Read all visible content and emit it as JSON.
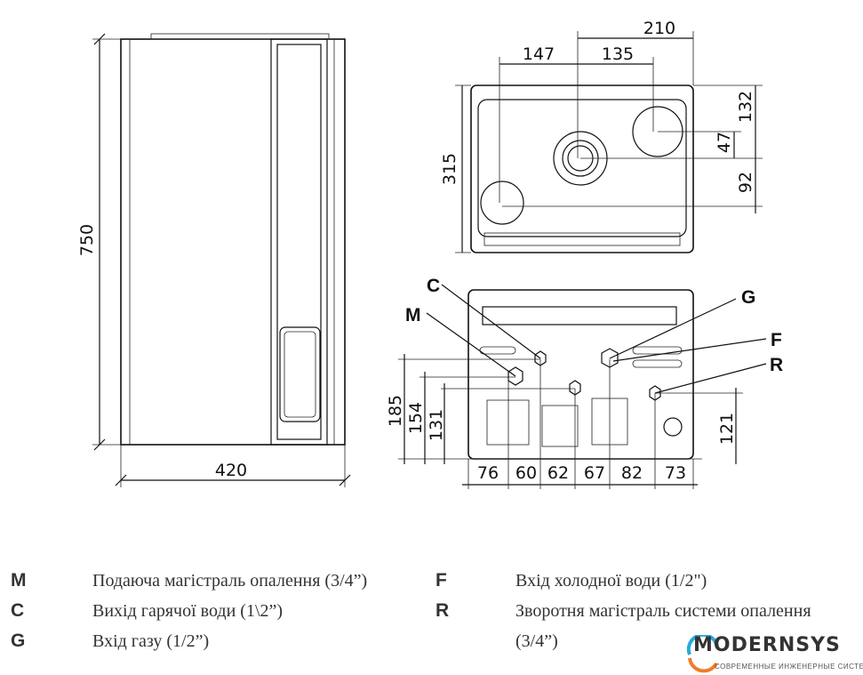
{
  "front_view": {
    "height_dim": "750",
    "width_dim": "420"
  },
  "top_view": {
    "dims": {
      "d210": "210",
      "d147": "147",
      "d135": "135",
      "d132": "132",
      "d47": "47",
      "d92": "92",
      "d315": "315"
    }
  },
  "bottom_view": {
    "callouts": {
      "C": "C",
      "M": "M",
      "G": "G",
      "F": "F",
      "R": "R"
    },
    "vertical_dims": {
      "d185": "185",
      "d154": "154",
      "d131": "131",
      "d121": "121"
    },
    "horizontal_dims": [
      "76",
      "60",
      "62",
      "67",
      "82",
      "73"
    ]
  },
  "legend": [
    {
      "key": "M",
      "text": "Подаюча магістраль опалення (3/4”)"
    },
    {
      "key": "C",
      "text": "Вихід гарячої води (1\\2”)"
    },
    {
      "key": "G",
      "text": "Вхід газу (1/2”)"
    },
    {
      "key": "F",
      "text": "Вхід холодної води (1/2\")"
    },
    {
      "key": "R",
      "text": "Зворотня магістраль системи опалення (3/4”)"
    }
  ],
  "logo": {
    "name": "MODERNSYS",
    "tagline": "СОВРЕМЕННЫЕ ИНЖЕНЕРНЫЕ СИСТЕМЫ"
  },
  "colors": {
    "logo_blue": "#29a8e0",
    "logo_orange": "#f07d2a"
  }
}
